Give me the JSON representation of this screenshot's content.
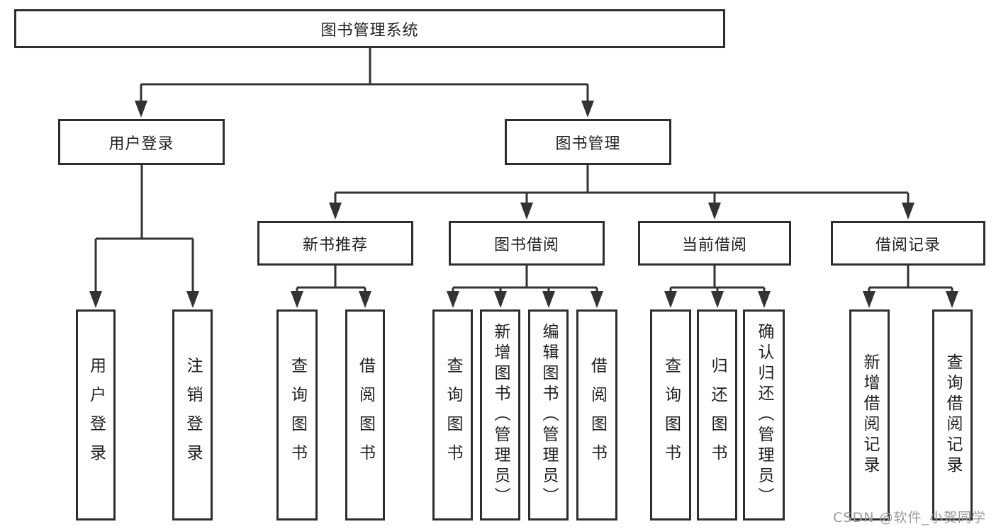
{
  "diagram_title": "图书管理系统",
  "tree": {
    "label": "图书管理系统",
    "children": [
      {
        "label": "用户登录",
        "children": [
          {
            "label": "用户登录"
          },
          {
            "label": "注销登录"
          }
        ]
      },
      {
        "label": "图书管理",
        "children": [
          {
            "label": "新书推荐",
            "children": [
              {
                "label": "查询图书"
              },
              {
                "label": "借阅图书"
              }
            ]
          },
          {
            "label": "图书借阅",
            "children": [
              {
                "label": "查询图书"
              },
              {
                "label": "新增图书（管理员）"
              },
              {
                "label": "编辑图书（管理员）"
              },
              {
                "label": "借阅图书"
              }
            ]
          },
          {
            "label": "当前借阅",
            "children": [
              {
                "label": "查询图书"
              },
              {
                "label": "归还图书"
              },
              {
                "label": "确认归还（管理员）"
              }
            ]
          },
          {
            "label": "借阅记录",
            "children": [
              {
                "label": "新增借阅记录"
              },
              {
                "label": "查询借阅记录"
              }
            ]
          }
        ]
      }
    ]
  },
  "watermark": {
    "text": "CSDN @软件_小贺同学"
  },
  "colors": {
    "border": "#2e2e2e",
    "line": "#333333",
    "text": "#1f1f1f",
    "watermark": "#9b9b9b",
    "background": "#ffffff"
  }
}
